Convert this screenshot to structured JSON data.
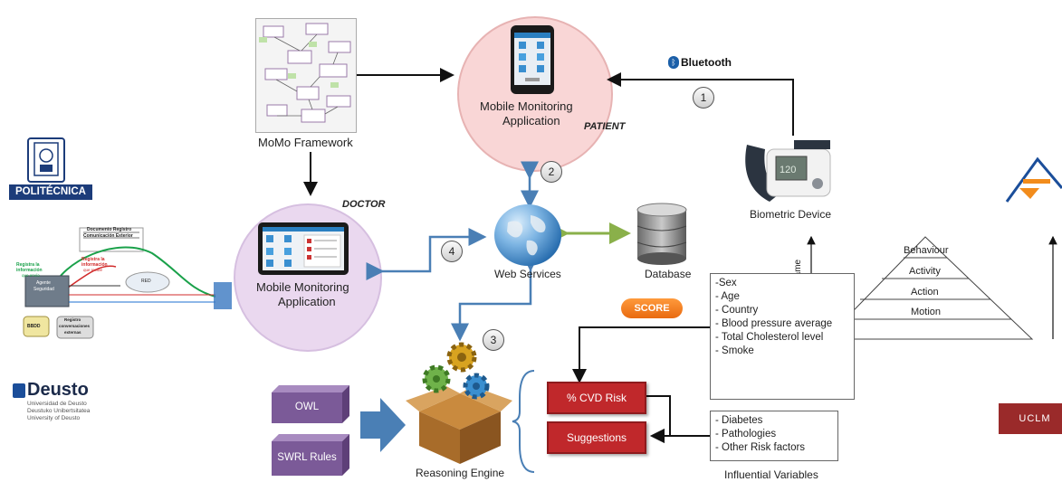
{
  "labels": {
    "bluetooth": "Bluetooth",
    "patient": "PATIENT",
    "doctor": "DOCTOR",
    "mobile_top_line1": "Mobile Monitoring",
    "mobile_top_line2": "Application",
    "mobile_left_line1": "Mobile Monitoring",
    "mobile_left_line2": "Application",
    "momo": "MoMo Framework",
    "biometric": "Biometric Device",
    "web_services": "Web Services",
    "database": "Database",
    "reasoning": "Reasoning Engine",
    "influential": "Influential Variables",
    "timeframe": "time frame",
    "score": "SCORE"
  },
  "steps": [
    "1",
    "2",
    "3",
    "4"
  ],
  "pyramid": [
    "Behaviour",
    "Activity",
    "Action",
    "Motion"
  ],
  "risk_boxes": [
    "% CVD Risk",
    "Suggestions"
  ],
  "ontology": [
    "OWL",
    "SWRL Rules"
  ],
  "variables_top": [
    "-Sex",
    "- Age",
    "- Country",
    "- Blood pressure average",
    "- Total Cholesterol level",
    "- Smoke"
  ],
  "variables_bottom": [
    "- Diabetes",
    "- Pathologies",
    "- Other Risk factors"
  ],
  "logos": {
    "politecnica": "POLITÉCNICA",
    "deusto": "Deusto",
    "deusto_sub1": "Universidad de Deusto",
    "deusto_sub2": "Deustuko Unibertsitatea",
    "deusto_sub3": "University of Deusto",
    "uclm": "UCLM"
  },
  "inset": {
    "doc_title1": "Documento Registro",
    "doc_title2": "Comunicación Exterior",
    "green1": "Registra la",
    "green2": "información",
    "green3": "que envía",
    "red1": "Registra la",
    "red2": "información",
    "red3": "que recibe",
    "agent1": "Agente",
    "agent2": "Seguridad",
    "red": "RED",
    "bbdd": "BBDD",
    "reg1": "Registro",
    "reg2": "conversaciones",
    "reg3": "externas"
  }
}
